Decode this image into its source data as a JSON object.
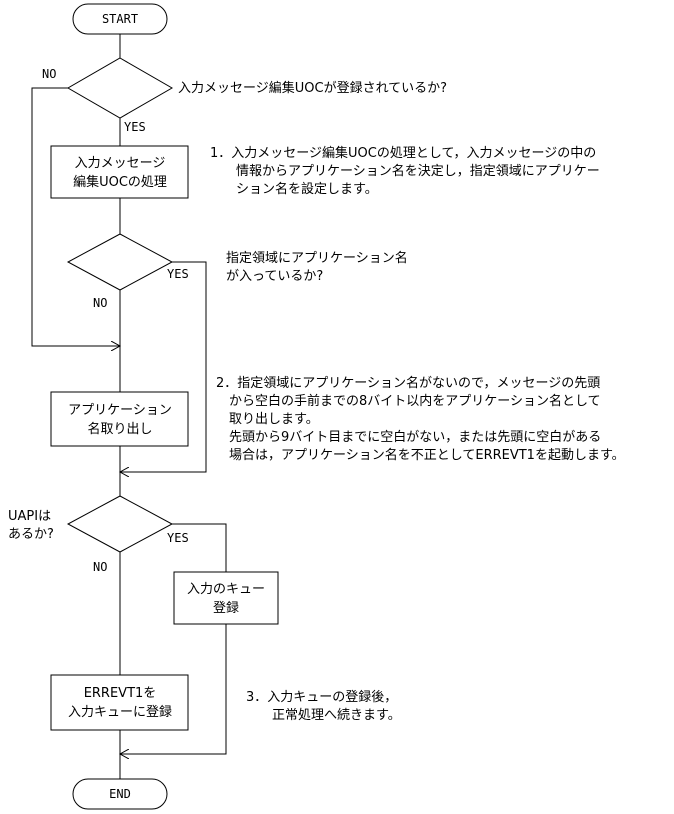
{
  "terminals": {
    "start": "START",
    "end": "END"
  },
  "decisions": {
    "d1": {
      "question": "入力メッセージ編集UOCが登録されているか?",
      "no": "NO",
      "yes": "YES"
    },
    "d2": {
      "question_lines": [
        "指定領域にアプリケーション名",
        "が入っているか?"
      ],
      "no": "NO",
      "yes": "YES"
    },
    "d3": {
      "question_lines": [
        "UAPIは",
        "あるか?"
      ],
      "no": "NO",
      "yes": "YES"
    }
  },
  "processes": {
    "p1": [
      "入力メッセージ",
      "編集UOCの処理"
    ],
    "p2": [
      "アプリケーション",
      "名取り出し"
    ],
    "p3": [
      "入力のキュー",
      "登録"
    ],
    "p4": [
      "ERREVT1を",
      "入力キューに登録"
    ]
  },
  "notes": {
    "n1": "1．入力メッセージ編集UOCの処理として，入力メッセージの中の\n　　情報からアプリケーション名を決定し，指定領域にアプリケー\n　　ション名を設定します。",
    "n2": "2．指定領域にアプリケーション名がないので，メッセージの先頭\n　から空白の手前までの8バイト以内をアプリケーション名として\n　取り出します。\n　先頭から9バイト目までに空白がない，または先頭に空白がある\n　場合は，アプリケーション名を不正としてERREVT1を起動します。",
    "n3": "3．入力キューの登録後，\n　　正常処理へ続きます。"
  }
}
